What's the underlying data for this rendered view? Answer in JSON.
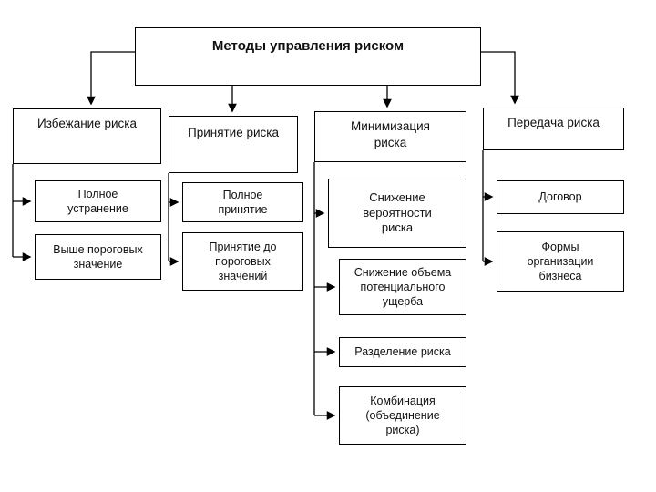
{
  "diagram": {
    "root": "Методы управления риском",
    "columns": [
      {
        "header": "Избежание риска",
        "children": [
          "Полное\nустранение",
          "Выше пороговых\nзначение"
        ]
      },
      {
        "header": "Принятие риска",
        "children": [
          "Полное\nпринятие",
          "Принятие до\nпороговых\nзначений"
        ]
      },
      {
        "header": "Минимизация\nриска",
        "children": [
          "Снижение\nвероятности\nриска",
          "Снижение объема\nпотенциального\nущерба",
          "Разделение риска",
          "Комбинация\n(объединение\nриска)"
        ]
      },
      {
        "header": "Передача риска",
        "children": [
          "Договор",
          "Формы\nорганизации\nбизнеса"
        ]
      }
    ]
  }
}
